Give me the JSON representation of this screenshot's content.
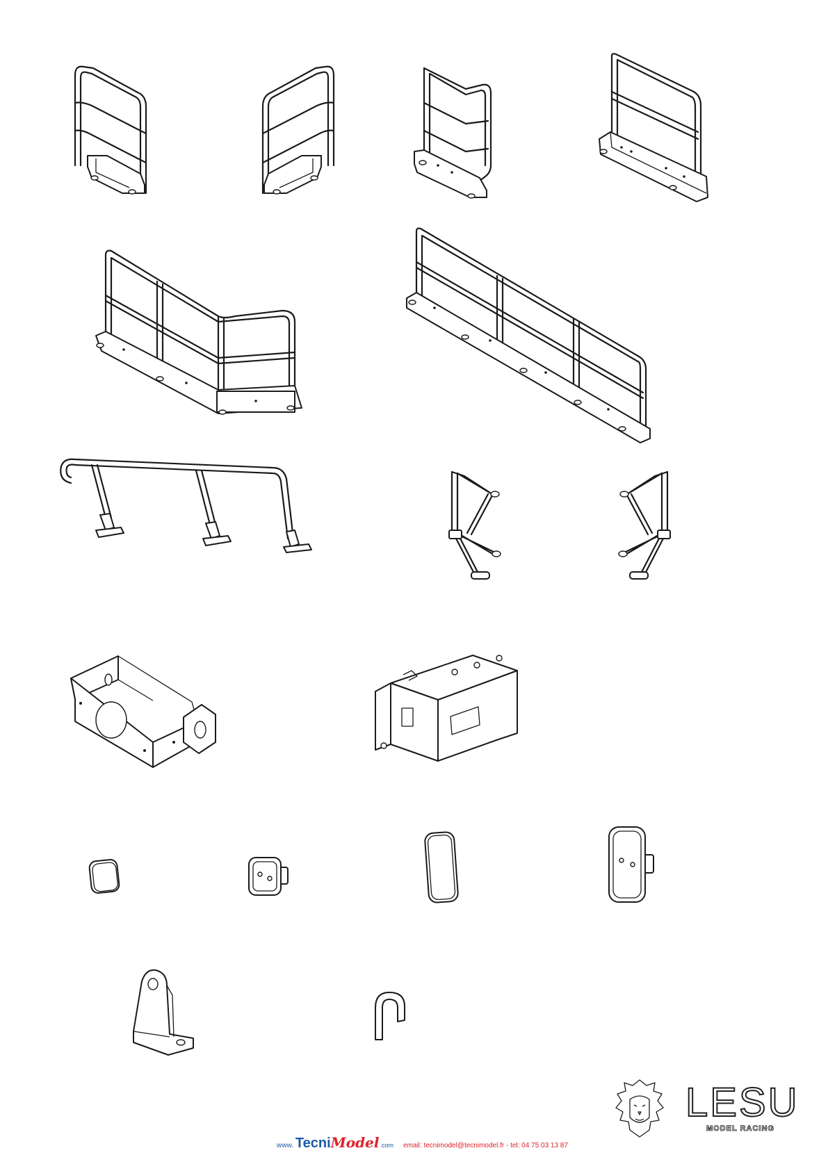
{
  "brand": {
    "logo_text": "LESU",
    "logo_subtitle": "MODEL RACING",
    "lion_icon": "lion-head-emblem"
  },
  "footer": {
    "www": "www.",
    "brand_part1": "Tecni",
    "brand_part2": "Model",
    "com": ".com",
    "contact": "email: tecnimodel@tecnimodel.fr  -  tel: 04 75 03 13 87"
  }
}
